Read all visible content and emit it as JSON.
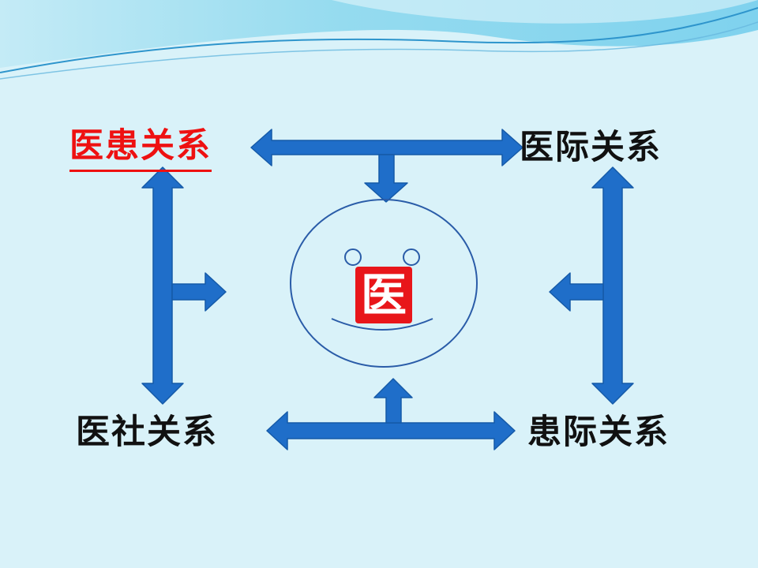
{
  "slide": {
    "center_char": "医",
    "labels": {
      "top_left": "医患关系",
      "top_right": "医际关系",
      "bottom_left": "医社关系",
      "bottom_right": "患际关系"
    }
  },
  "colors": {
    "background": "#d9f2f9",
    "arrow_fill": "#1f6ec9",
    "arrow_stroke": "#155aa8",
    "highlight_label": "#ee1111",
    "circle_stroke": "#2a5ca8",
    "logo_background": "#e8161a"
  },
  "icons": [
    "wave-banner",
    "smiley-face-icon",
    "double-headed-arrow",
    "t-junction-arrow"
  ]
}
